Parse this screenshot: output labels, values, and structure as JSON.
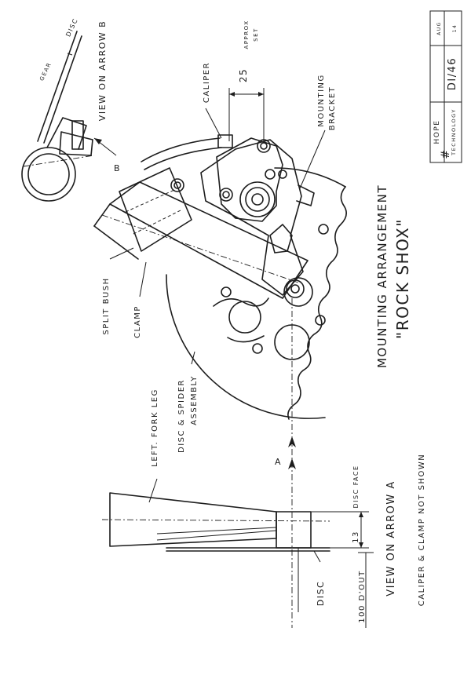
{
  "title_block": {
    "company_line1": "HOPE",
    "company_line2": "TECHNOLOGY",
    "drawing_number": "DI/46",
    "date_month": "AUG",
    "date_year": "14"
  },
  "titles": {
    "mounting_arrangement": "MOUNTING ARRANGEMENT",
    "product": "\"ROCK SHOX\""
  },
  "labels": {
    "view_arrow_b": "VIEW ON ARROW B",
    "disc_top": "DISC",
    "gear_top": "GEAR",
    "arrow_b": "B",
    "caliper": "CALIPER",
    "dim_25": "25",
    "approx_set_line1": "APPROX",
    "approx_set_line2": "SET",
    "mounting_bracket_line1": "MOUNTING",
    "mounting_bracket_line2": "BRACKET",
    "split_bush": "SPLIT BUSH",
    "clamp": "CLAMP",
    "left_fork_leg": "LEFT. FORK LEG",
    "disc_spider_line1": "DISC & SPIDER",
    "disc_spider_line2": "ASSEMBLY",
    "arrow_a": "A",
    "dim_13": "13",
    "disc_face": "DISC FACE",
    "view_arrow_a": "VIEW ON ARROW A",
    "caliper_clamp_not_shown": "CALIPER & CLAMP NOT SHOWN",
    "disc_bottom": "DISC",
    "dia_100": "100 D'OUT"
  }
}
